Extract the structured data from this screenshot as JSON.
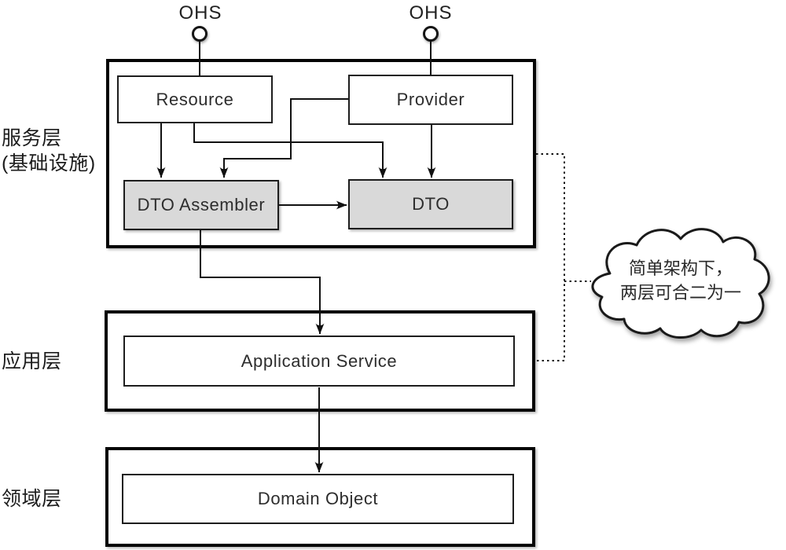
{
  "diagram": {
    "layers": {
      "service": {
        "label_line1": "服务层",
        "label_line2": "(基础设施)"
      },
      "application": {
        "label": "应用层"
      },
      "domain": {
        "label": "领域层"
      }
    },
    "interfaces": {
      "ohs_left": "OHS",
      "ohs_right": "OHS"
    },
    "boxes": {
      "resource": "Resource",
      "provider": "Provider",
      "dto_assembler": "DTO Assembler",
      "dto": "DTO",
      "application_service": "Application Service",
      "domain_object": "Domain Object"
    },
    "cloud_note": {
      "line1": "简单架构下，",
      "line2": "两层可合二为一"
    },
    "colors": {
      "shaded_fill": "#d9d9d9",
      "stroke": "#111111",
      "background": "#ffffff"
    }
  }
}
